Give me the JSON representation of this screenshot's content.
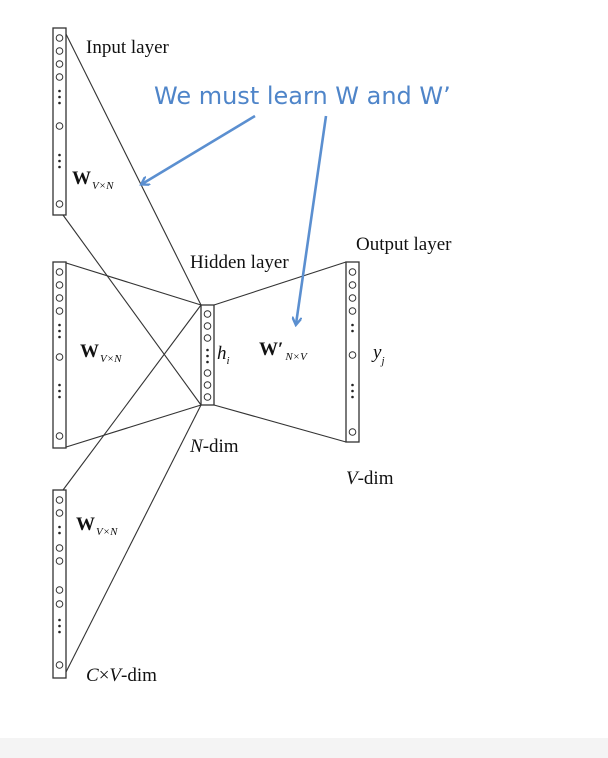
{
  "labels": {
    "input_layer": "Input layer",
    "hidden_layer": "Hidden layer",
    "output_layer": "Output layer",
    "w_bold": "W",
    "w_sub": "V×N",
    "w_prime_bold": "W′",
    "w_prime_sub": "N×V",
    "h_main": "h",
    "h_sub": "i",
    "y_main": "y",
    "y_sub": "j",
    "n_dim_italic": "N",
    "n_dim_rest": "-dim",
    "v_dim_italic": "V",
    "v_dim_rest": "-dim",
    "cxv_c": "C",
    "cxv_times": "×",
    "cxv_v": "V",
    "cxv_rest": "-dim"
  },
  "annotation": {
    "text": "We must learn W and W’",
    "color": "#4f85c9"
  }
}
